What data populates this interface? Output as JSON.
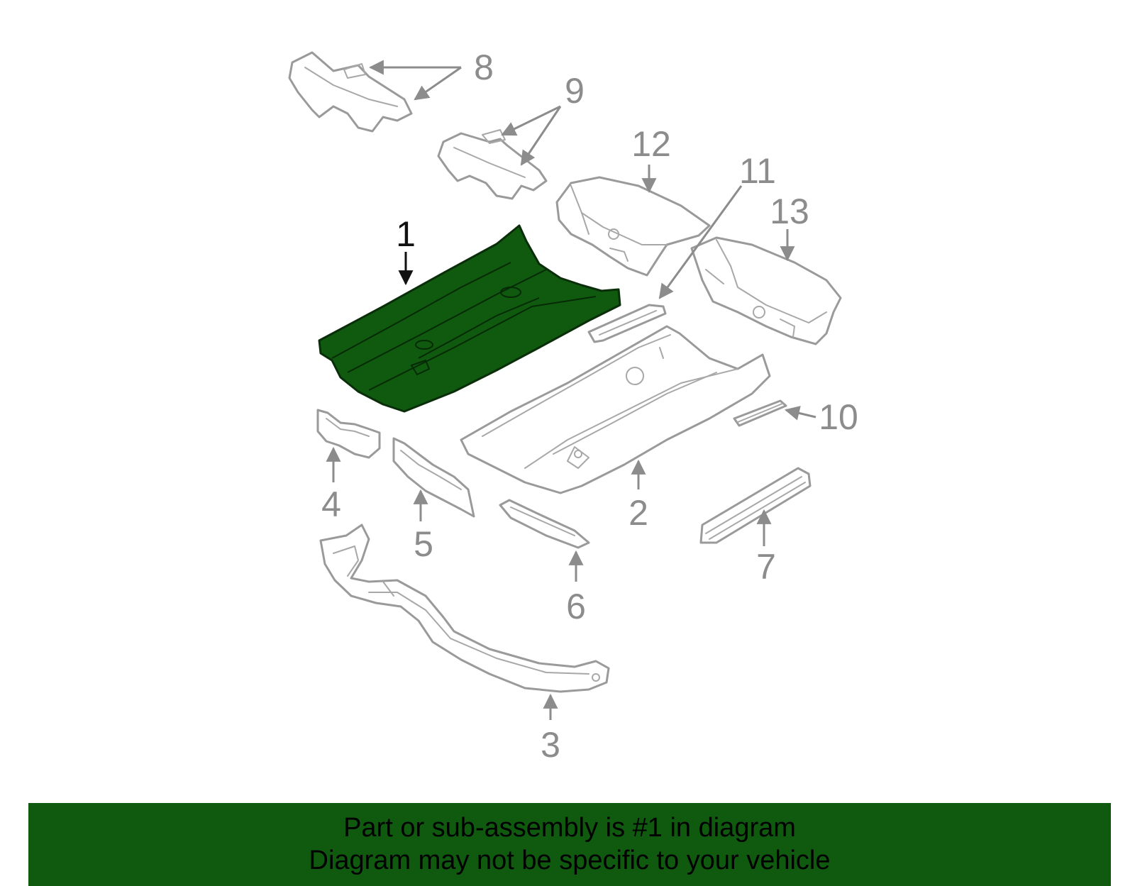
{
  "diagram": {
    "highlighted_part": "1",
    "highlight_color": "#0f5a0f",
    "outline_color": "#9a9a9a",
    "callouts": [
      "1",
      "2",
      "3",
      "4",
      "5",
      "6",
      "7",
      "8",
      "9",
      "10",
      "11",
      "12",
      "13"
    ]
  },
  "banner": {
    "background": "#0f5a0f",
    "line1": "Part or sub-assembly is #1 in diagram",
    "line2": "Diagram may not be specific to your vehicle"
  }
}
